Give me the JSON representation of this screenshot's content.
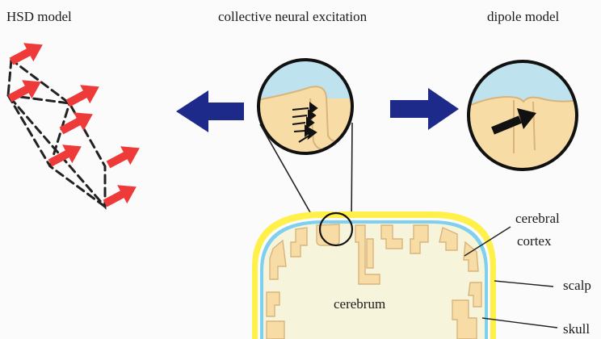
{
  "labels": {
    "hsd_model": "HSD model",
    "collective": "collective neural excitation",
    "dipole_model": "dipole model",
    "cerebral": "cerebral",
    "cortex": "cortex",
    "scalp": "scalp",
    "skull": "skull",
    "cerebrum": "cerebrum"
  },
  "colors": {
    "arrow_red": "#ef3a3a",
    "arrow_blue": "#1d2a8a",
    "tissue": "#f7dca6",
    "tissue_edge": "#d9b47a",
    "fluid": "#bfe3ee",
    "scalp": "#fff04a",
    "csf": "#7fd0ee",
    "brain": "#f7f4dc"
  }
}
